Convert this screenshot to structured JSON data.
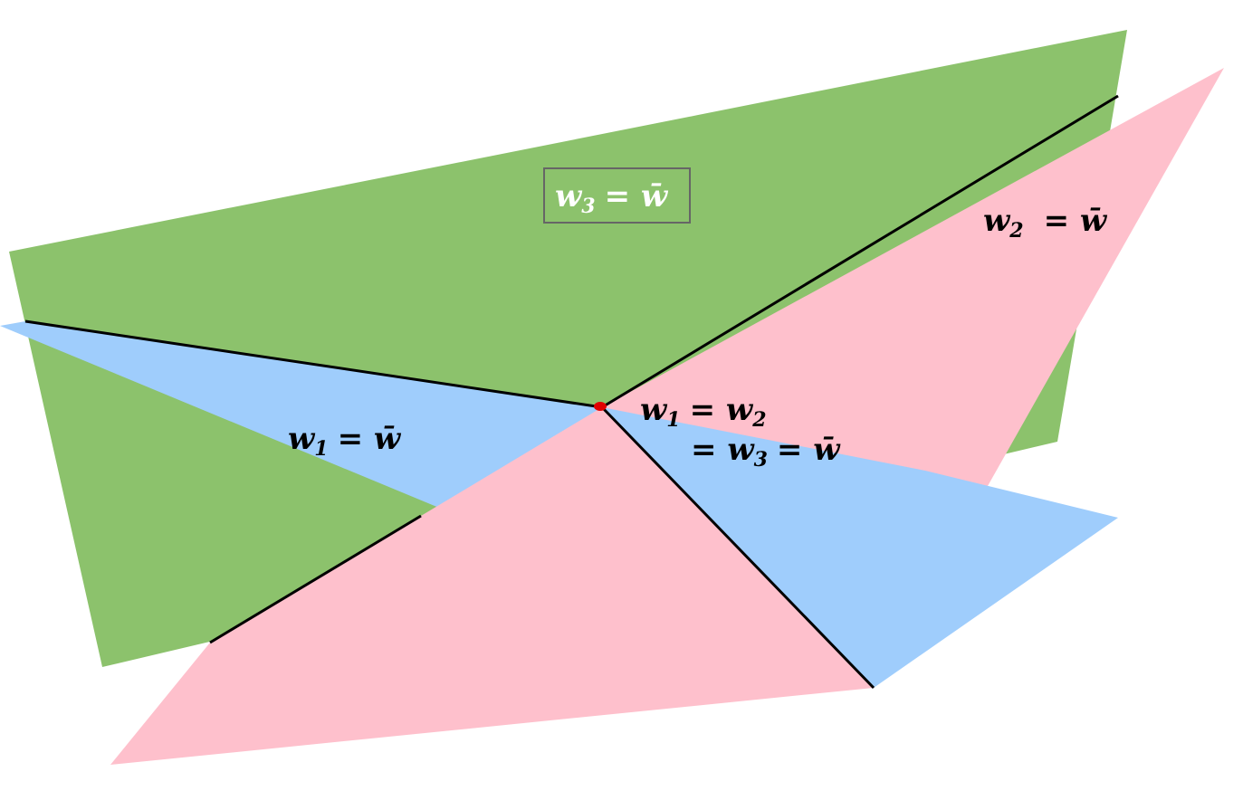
{
  "colors": {
    "green_plane": "#8cc26c",
    "blue_plane": "#9fcdfc",
    "pink_plane": "#fec0cc",
    "intersection_line": "#000000",
    "point": "#e00000",
    "box_stroke": "#666666"
  },
  "labels": {
    "w3_eq_wbar": {
      "base": "w",
      "sub": "3",
      "rhs": "= w̄"
    },
    "w2_eq_wbar": {
      "base": "w",
      "sub": "2",
      "rhs": "= w̄"
    },
    "w1_eq_wbar": {
      "base": "w",
      "sub": "1",
      "rhs": "= w̄"
    },
    "all_equal_line1": {
      "base": "w",
      "sub": "1",
      "mid": "= w",
      "sub2": "2"
    },
    "all_equal_line2": {
      "pre": "= w",
      "sub": "3",
      "rhs": "= w̄"
    }
  }
}
